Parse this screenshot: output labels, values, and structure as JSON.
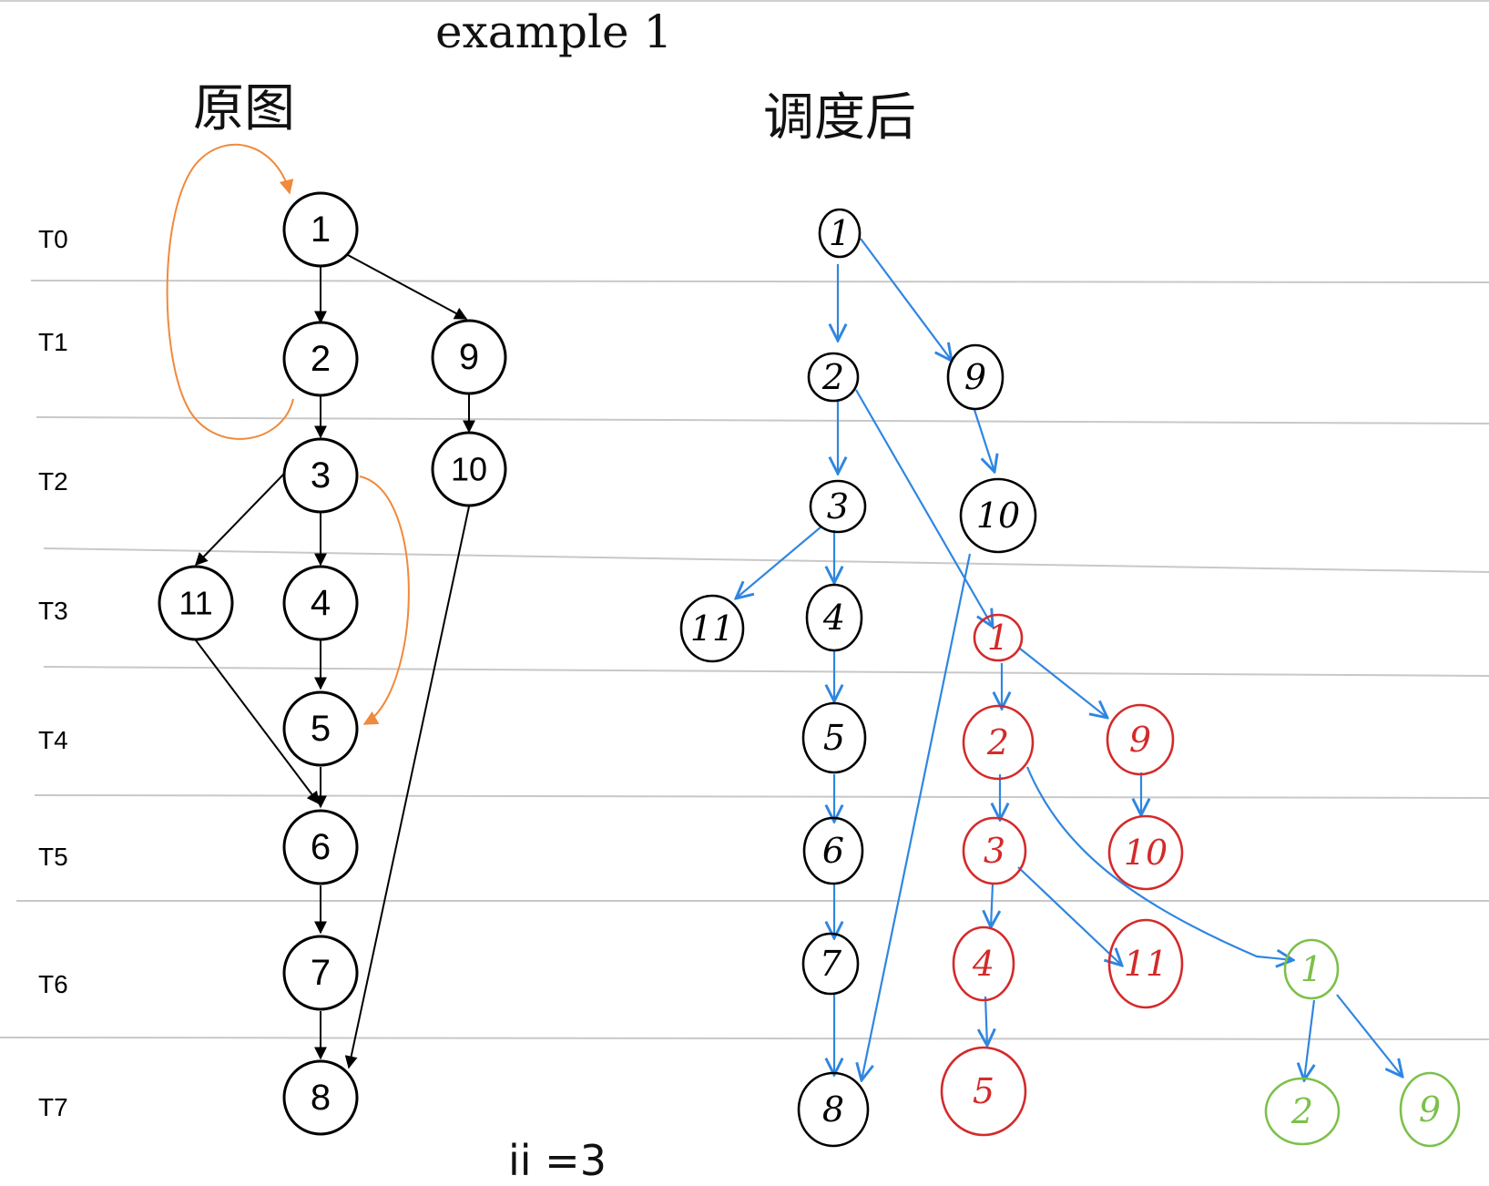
{
  "title": "example 1",
  "left_heading": "原图",
  "right_heading": "调度后",
  "footnote": "ii =3",
  "rows": [
    "T0",
    "T1",
    "T2",
    "T3",
    "T4",
    "T5",
    "T6",
    "T7"
  ],
  "original_graph": {
    "nodes": [
      "1",
      "2",
      "9",
      "3",
      "10",
      "11",
      "4",
      "5",
      "6",
      "7",
      "8"
    ],
    "edges": [
      [
        "1",
        "2"
      ],
      [
        "1",
        "9"
      ],
      [
        "2",
        "3"
      ],
      [
        "9",
        "10"
      ],
      [
        "3",
        "11"
      ],
      [
        "3",
        "4"
      ],
      [
        "4",
        "5"
      ],
      [
        "11",
        "6"
      ],
      [
        "5",
        "6"
      ],
      [
        "6",
        "7"
      ],
      [
        "7",
        "8"
      ],
      [
        "10",
        "8"
      ]
    ],
    "back_edges": [
      [
        "2",
        "1"
      ],
      [
        "3",
        "5"
      ]
    ],
    "edge_color": "#000000",
    "back_edge_color": "#f08a3c"
  },
  "scheduled_graph": {
    "iteration_colors": [
      "#000000",
      "#d42a2a",
      "#7cc04a"
    ],
    "arrow_color": "#2f86e0",
    "nodes": [
      {
        "label": "1",
        "iteration": 0
      },
      {
        "label": "2",
        "iteration": 0
      },
      {
        "label": "9",
        "iteration": 0
      },
      {
        "label": "3",
        "iteration": 0
      },
      {
        "label": "10",
        "iteration": 0
      },
      {
        "label": "11",
        "iteration": 0
      },
      {
        "label": "4",
        "iteration": 0
      },
      {
        "label": "5",
        "iteration": 0
      },
      {
        "label": "6",
        "iteration": 0
      },
      {
        "label": "7",
        "iteration": 0
      },
      {
        "label": "8",
        "iteration": 0
      },
      {
        "label": "1",
        "iteration": 1
      },
      {
        "label": "2",
        "iteration": 1
      },
      {
        "label": "9",
        "iteration": 1
      },
      {
        "label": "3",
        "iteration": 1
      },
      {
        "label": "10",
        "iteration": 1
      },
      {
        "label": "11",
        "iteration": 1
      },
      {
        "label": "4",
        "iteration": 1
      },
      {
        "label": "5",
        "iteration": 1
      },
      {
        "label": "1",
        "iteration": 2
      },
      {
        "label": "2",
        "iteration": 2
      },
      {
        "label": "9",
        "iteration": 2
      }
    ]
  }
}
